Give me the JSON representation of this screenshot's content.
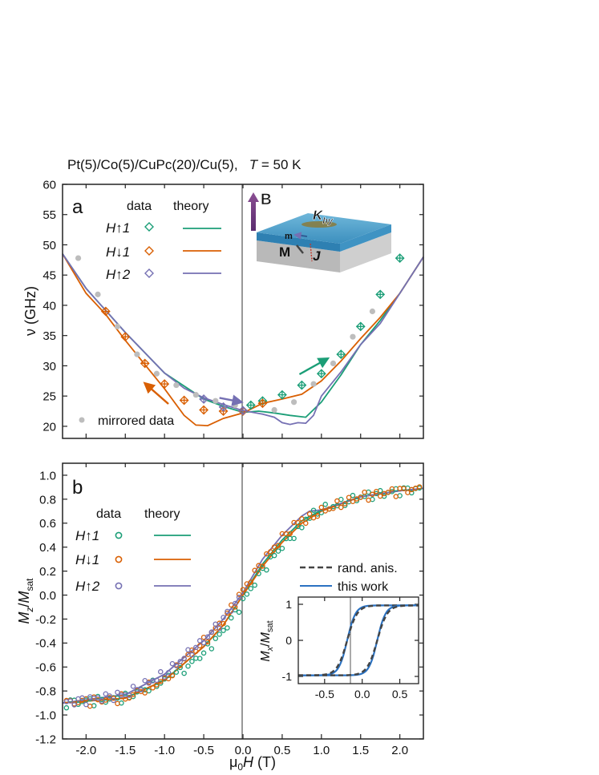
{
  "header": {
    "sample": "Pt(5)/Co(5)/CuPc(20)/Cu(5),",
    "temp_symbol": "T",
    "temp_value": "= 50 K"
  },
  "colors": {
    "h_up1": "#1b9e77",
    "h_down1": "#d95f02",
    "h_up2": "#7570b3",
    "mirrored": "#bdbdbd",
    "inset_blue": "#2b72c2",
    "rand_anis": "#444444"
  },
  "inset_graphic": {
    "field_label": "B",
    "aniso_label": "K",
    "aniso_sub": "hy",
    "m_label": "m",
    "M_label": "M",
    "J_label": "J"
  },
  "chart_data": [
    {
      "type": "line",
      "panel_label": "a",
      "xlabel": "μ0H (T)",
      "ylabel": "ν (GHz)",
      "xlim": [
        -2.3,
        2.3
      ],
      "ylim": [
        18,
        60
      ],
      "xticks": [
        "-2.0",
        "-1.5",
        "-1.0",
        "-0.5",
        "0.0",
        "0.5",
        "1.0",
        "1.5",
        "2.0"
      ],
      "yticks": [
        "20",
        "25",
        "30",
        "35",
        "40",
        "45",
        "50",
        "55",
        "60"
      ],
      "legend": {
        "data_header": "data",
        "theory_header": "theory",
        "extra": "mirrored data"
      },
      "series": [
        {
          "name": "H↑1",
          "markers": [
            [
              0.1,
              23.5
            ],
            [
              0.25,
              24.2
            ],
            [
              0.5,
              25.2
            ],
            [
              0.75,
              26.8
            ],
            [
              1.0,
              28.7
            ],
            [
              1.25,
              31.9
            ],
            [
              1.5,
              36.5
            ],
            [
              1.75,
              41.8
            ],
            [
              2.0,
              47.8
            ]
          ],
          "theory": [
            [
              -2.3,
              48.5
            ],
            [
              -2.0,
              42.8
            ],
            [
              -1.5,
              35.5
            ],
            [
              -1.0,
              28.8
            ],
            [
              -0.5,
              24.5
            ],
            [
              -0.25,
              23.3
            ],
            [
              0.0,
              22.3
            ],
            [
              0.2,
              22.5
            ],
            [
              0.4,
              22.2
            ],
            [
              0.6,
              21.8
            ],
            [
              0.8,
              21.5
            ],
            [
              1.0,
              24.0
            ],
            [
              1.25,
              28.5
            ],
            [
              1.5,
              33.5
            ],
            [
              1.75,
              37.5
            ],
            [
              2.0,
              42.0
            ],
            [
              2.3,
              48.0
            ]
          ]
        },
        {
          "name": "H↓1",
          "markers": [
            [
              -1.75,
              39.0
            ],
            [
              -1.5,
              34.8
            ],
            [
              -1.25,
              30.4
            ],
            [
              -1.0,
              27.0
            ],
            [
              -0.75,
              24.3
            ],
            [
              -0.5,
              22.7
            ],
            [
              -0.25,
              22.5
            ],
            [
              0.0,
              22.5
            ],
            [
              0.25,
              23.8
            ]
          ],
          "theory": [
            [
              -2.3,
              48.5
            ],
            [
              -2.0,
              42.0
            ],
            [
              -1.75,
              38.5
            ],
            [
              -1.5,
              34.2
            ],
            [
              -1.25,
              30.2
            ],
            [
              -1.0,
              26.2
            ],
            [
              -0.75,
              21.8
            ],
            [
              -0.6,
              20.2
            ],
            [
              -0.45,
              20.1
            ],
            [
              -0.25,
              21.3
            ],
            [
              0.0,
              22.2
            ],
            [
              0.25,
              23.8
            ],
            [
              0.5,
              24.5
            ],
            [
              0.75,
              25.3
            ],
            [
              1.0,
              27.5
            ],
            [
              1.25,
              30.8
            ],
            [
              1.5,
              34.5
            ],
            [
              1.75,
              38.0
            ],
            [
              2.0,
              42.0
            ],
            [
              2.3,
              48.0
            ]
          ]
        },
        {
          "name": "H↑2",
          "markers": [
            [
              -0.5,
              24.5
            ],
            [
              -0.25,
              23.2
            ],
            [
              0.0,
              22.6
            ]
          ],
          "theory": [
            [
              -2.3,
              48.5
            ],
            [
              -2.0,
              42.8
            ],
            [
              -1.5,
              35.5
            ],
            [
              -1.0,
              28.8
            ],
            [
              -0.75,
              26.3
            ],
            [
              -0.5,
              24.7
            ],
            [
              -0.25,
              23.6
            ],
            [
              0.0,
              22.6
            ],
            [
              0.25,
              22.0
            ],
            [
              0.4,
              21.5
            ],
            [
              0.5,
              20.6
            ],
            [
              0.6,
              20.3
            ],
            [
              0.7,
              20.6
            ],
            [
              0.8,
              20.5
            ],
            [
              0.9,
              21.8
            ],
            [
              1.0,
              25.0
            ],
            [
              1.25,
              29.0
            ],
            [
              1.5,
              33.5
            ],
            [
              1.75,
              37.0
            ],
            [
              2.0,
              42.0
            ],
            [
              2.3,
              48.0
            ]
          ]
        },
        {
          "name": "mirrored data",
          "markers": [
            [
              -2.1,
              47.8
            ],
            [
              -1.85,
              41.8
            ],
            [
              -1.6,
              36.5
            ],
            [
              -1.35,
              31.9
            ],
            [
              -1.1,
              28.7
            ],
            [
              -0.85,
              26.8
            ],
            [
              -0.6,
              25.2
            ],
            [
              -0.35,
              24.2
            ],
            [
              -0.1,
              23.5
            ],
            [
              0.4,
              22.7
            ],
            [
              0.65,
              24.0
            ],
            [
              0.9,
              27.0
            ],
            [
              1.15,
              30.4
            ],
            [
              1.4,
              34.8
            ],
            [
              1.65,
              39.0
            ]
          ]
        }
      ],
      "arrows": [
        {
          "series": "H↓1",
          "from": [
            -0.95,
            23.7
          ],
          "to": [
            -1.25,
            27.1
          ]
        },
        {
          "series": "H↑2",
          "from": [
            -0.3,
            24.7
          ],
          "to": [
            -0.02,
            24.0
          ]
        },
        {
          "series": "H↑1",
          "from": [
            0.72,
            28.6
          ],
          "to": [
            1.08,
            31.2
          ]
        }
      ]
    },
    {
      "type": "scatter",
      "panel_label": "b",
      "xlabel": "μ0H (T)",
      "ylabel": "Mz/Msat",
      "xlim": [
        -2.3,
        2.3
      ],
      "ylim": [
        -1.2,
        1.1
      ],
      "xticks": [
        "-2.0",
        "-1.5",
        "-1.0",
        "-0.5",
        "0.0",
        "0.5",
        "1.0",
        "1.5",
        "2.0"
      ],
      "yticks": [
        "-1.2",
        "-1.0",
        "-0.8",
        "-0.6",
        "-0.4",
        "-0.2",
        "0.0",
        "0.2",
        "0.4",
        "0.6",
        "0.8",
        "1.0"
      ],
      "legend": {
        "data_header": "data",
        "theory_header": "theory",
        "inset_legend": [
          "rand. anis.",
          "this work"
        ]
      },
      "series": [
        {
          "name": "H↑1",
          "theory": [
            [
              -2.3,
              -0.9
            ],
            [
              -1.5,
              -0.86
            ],
            [
              -1.0,
              -0.71
            ],
            [
              -0.5,
              -0.43
            ],
            [
              -0.25,
              -0.25
            ],
            [
              0.0,
              0.0
            ],
            [
              0.25,
              0.26
            ],
            [
              0.5,
              0.46
            ],
            [
              0.75,
              0.62
            ],
            [
              1.0,
              0.71
            ],
            [
              1.5,
              0.82
            ],
            [
              2.0,
              0.87
            ],
            [
              2.3,
              0.89
            ]
          ]
        },
        {
          "name": "H↓1",
          "theory": [
            [
              -2.3,
              -0.9
            ],
            [
              -1.5,
              -0.86
            ],
            [
              -1.0,
              -0.71
            ],
            [
              -0.5,
              -0.43
            ],
            [
              -0.25,
              -0.25
            ],
            [
              0.0,
              0.0
            ],
            [
              0.25,
              0.24
            ],
            [
              0.5,
              0.44
            ],
            [
              0.75,
              0.6
            ],
            [
              1.0,
              0.7
            ],
            [
              1.5,
              0.82
            ],
            [
              2.0,
              0.87
            ],
            [
              2.3,
              0.89
            ]
          ]
        },
        {
          "name": "H↑2",
          "theory": [
            [
              -2.3,
              -0.9
            ],
            [
              -1.5,
              -0.83
            ],
            [
              -1.0,
              -0.66
            ],
            [
              -0.5,
              -0.38
            ],
            [
              -0.25,
              -0.2
            ],
            [
              0.0,
              0.02
            ],
            [
              0.25,
              0.3
            ],
            [
              0.5,
              0.5
            ],
            [
              0.75,
              0.66
            ],
            [
              0.85,
              0.7
            ],
            [
              1.0,
              0.71
            ],
            [
              1.5,
              0.82
            ],
            [
              2.0,
              0.87
            ],
            [
              2.3,
              0.89
            ]
          ]
        }
      ],
      "inset": {
        "xlabel": "",
        "ylabel": "Mx/Msat",
        "xlim": [
          -0.85,
          0.75
        ],
        "ylim": [
          -1.2,
          1.2
        ],
        "xticks": [
          "-0.5",
          "0.0",
          "0.5"
        ],
        "yticks": [
          "-1",
          "0",
          "1"
        ],
        "series": [
          {
            "name": "rand. anis.",
            "style": "dashed"
          },
          {
            "name": "this work",
            "style": "solid"
          }
        ]
      }
    }
  ]
}
